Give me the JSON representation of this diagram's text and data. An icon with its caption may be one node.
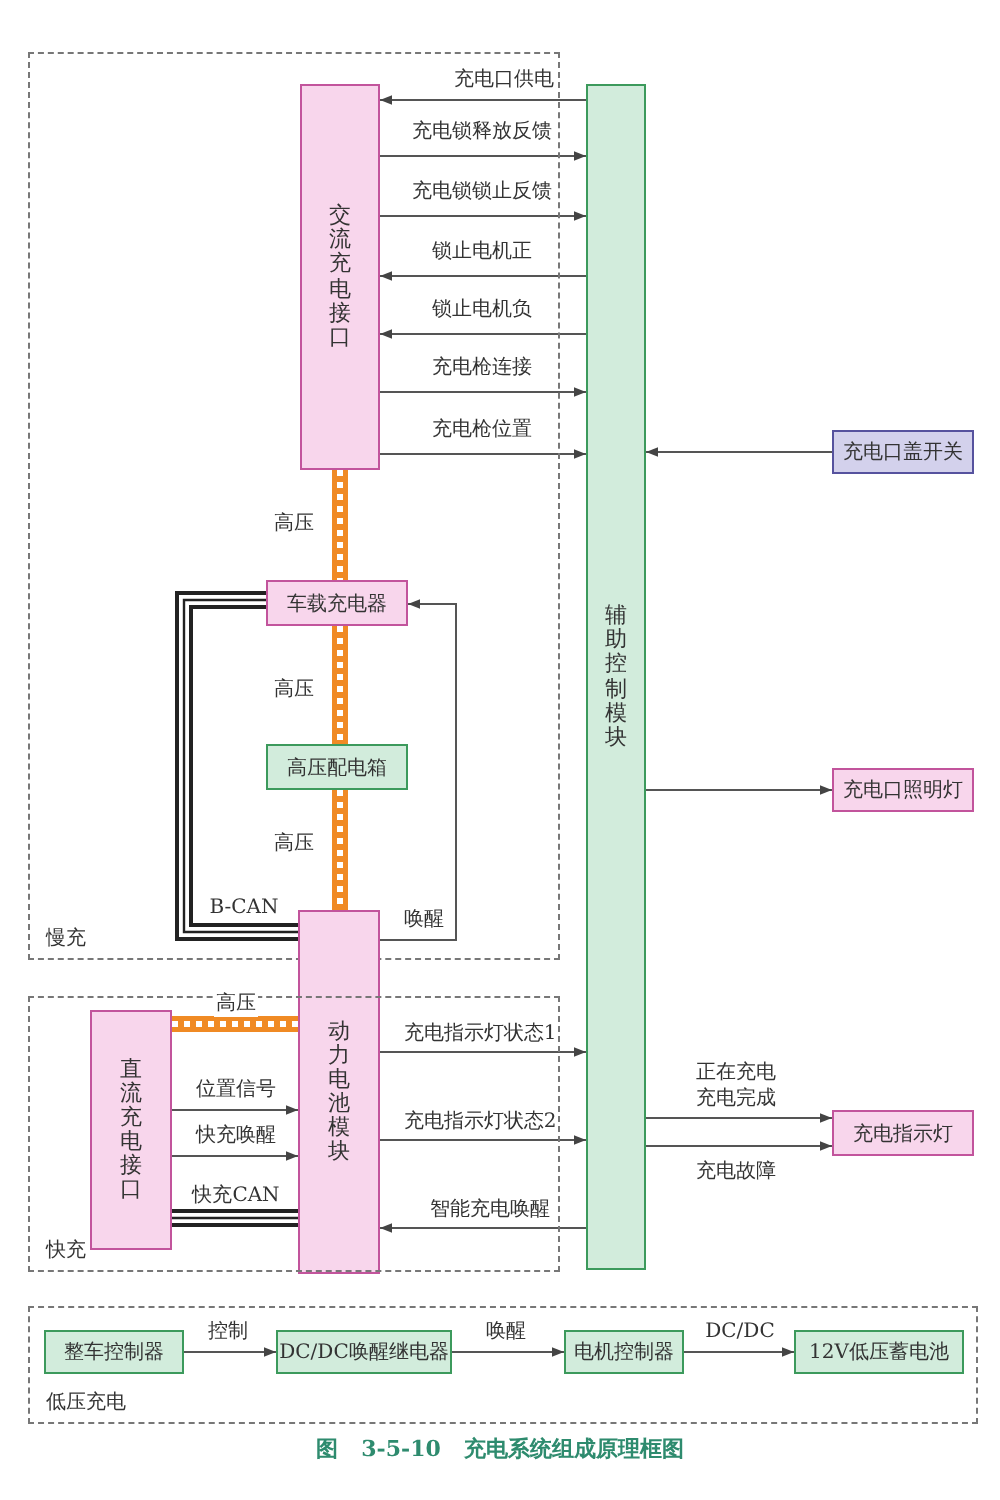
{
  "diagram": {
    "caption": "图 3-5-10 充电系统组成原理框图",
    "nodes": [
      {
        "text": [
          "慢充"
        ]
      },
      {
        "text": [
          "交流充电接口"
        ],
        "in": 0
      },
      {
        "text": [
          "车载充电器"
        ],
        "in": 0
      },
      {
        "text": [
          "高压配电箱"
        ],
        "in": 0
      },
      {
        "text": [
          "动力电池模块"
        ]
      },
      {
        "text": [
          "辅助控制模块"
        ]
      },
      {
        "text": [
          "充电口盖开关"
        ]
      },
      {
        "text": [
          "充电口照明灯"
        ]
      },
      {
        "text": [
          "快充"
        ]
      },
      {
        "text": [
          "直流充电接口"
        ],
        "in": 8
      },
      {
        "text": [
          "充电指示灯"
        ]
      },
      {
        "text": [
          "低压充电"
        ]
      },
      {
        "text": [
          "整车控制器"
        ],
        "in": 11
      },
      {
        "text": [
          "DC/DC唤醒继电器"
        ],
        "in": 11
      },
      {
        "text": [
          "电机控制器"
        ],
        "in": 11
      },
      {
        "text": [
          "12V低压蓄电池"
        ],
        "in": 11
      }
    ],
    "edges": [
      {
        "from": 5,
        "to": 1,
        "arrow": "to",
        "label": "充电口供电"
      },
      {
        "from": 1,
        "to": 5,
        "arrow": "to",
        "label": "充电锁释放反馈"
      },
      {
        "from": 1,
        "to": 5,
        "arrow": "to",
        "label": "充电锁锁止反馈"
      },
      {
        "from": 5,
        "to": 1,
        "arrow": "to",
        "label": "锁止电机正"
      },
      {
        "from": 5,
        "to": 1,
        "arrow": "to",
        "label": "锁止电机负"
      },
      {
        "from": 1,
        "to": 5,
        "arrow": "to",
        "label": "充电枪连接"
      },
      {
        "from": 1,
        "to": 5,
        "arrow": "to",
        "label": "充电枪位置"
      },
      {
        "from": 6,
        "to": 5,
        "arrow": "to"
      },
      {
        "from": 1,
        "to": 2,
        "arrow": "none",
        "label": "高压",
        "style": "thick",
        "color": "#f08a24"
      },
      {
        "from": 2,
        "to": 3,
        "arrow": "none",
        "label": "高压",
        "style": "thick",
        "color": "#f08a24"
      },
      {
        "from": 3,
        "to": 4,
        "arrow": "none",
        "label": "高压",
        "style": "thick",
        "color": "#f08a24"
      },
      {
        "from": 2,
        "to": 4,
        "arrow": "none",
        "label": "B-CAN",
        "style": "thick",
        "color": "#222222"
      },
      {
        "from": 4,
        "to": 2,
        "arrow": "to",
        "label": "唤醒"
      },
      {
        "from": 5,
        "to": 7,
        "arrow": "to"
      },
      {
        "from": 9,
        "to": 4,
        "arrow": "none",
        "label": "高压",
        "style": "thick",
        "color": "#f08a24"
      },
      {
        "from": 9,
        "to": 4,
        "arrow": "to",
        "label": "位置信号"
      },
      {
        "from": 9,
        "to": 4,
        "arrow": "to",
        "label": "快充唤醒"
      },
      {
        "from": 9,
        "to": 4,
        "arrow": "none",
        "label": "快充CAN",
        "style": "thick",
        "color": "#222222"
      },
      {
        "from": 4,
        "to": 5,
        "arrow": "to",
        "label": "充电指示灯状态1"
      },
      {
        "from": 4,
        "to": 5,
        "arrow": "to",
        "label": "充电指示灯状态2"
      },
      {
        "from": 5,
        "to": 4,
        "arrow": "to",
        "label": "智能充电唤醒"
      },
      {
        "from": 5,
        "to": 10,
        "arrow": "to",
        "label": "正在充电充电完成"
      },
      {
        "from": 5,
        "to": 10,
        "arrow": "to",
        "label": "充电故障"
      },
      {
        "from": 12,
        "to": 13,
        "arrow": "to",
        "label": "控制"
      },
      {
        "from": 13,
        "to": 14,
        "arrow": "to",
        "label": "唤醒"
      },
      {
        "from": 14,
        "to": 15,
        "arrow": "to",
        "label": "DC/DC"
      }
    ]
  }
}
